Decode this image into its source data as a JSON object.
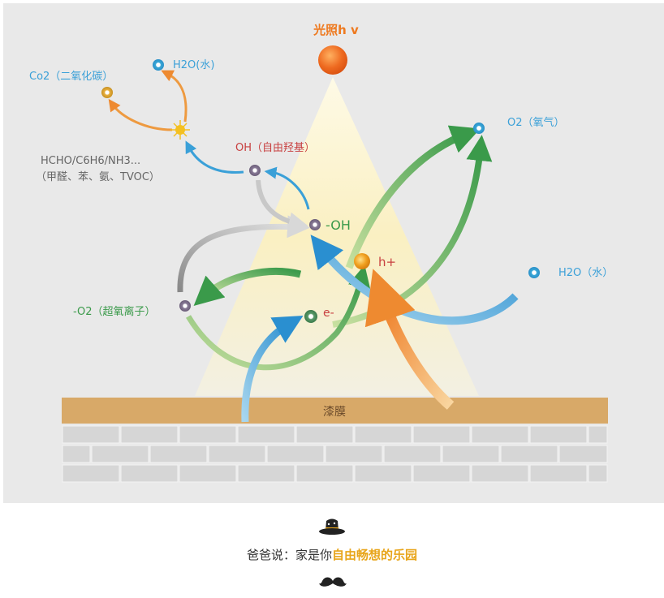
{
  "diagram": {
    "light_label": "光照h v",
    "film_label": "漆膜",
    "nodes": {
      "co2": "Co2（二氧化碳）",
      "h2o_top": "H2O(水)",
      "pollutants_line1": "HCHO/C6H6/NH3...",
      "pollutants_line2": "（甲醛、苯、氨、TVOC）",
      "oh_radical": "OH（自由羟基）",
      "oh_minus": "-OH",
      "o2": "O2（氧气）",
      "h_plus": "h+",
      "h2o_right": "H2O（水）",
      "superoxide": "-O2（超氧离子）",
      "electron": "e-"
    },
    "colors": {
      "blue_dot": "#3aa8d8",
      "purple_dot": "#8a7c98",
      "orange_dot": "#f0a020",
      "green_dot": "#5a9a6a",
      "light_cone": "#fbf2c8",
      "sun": "#ee6a20",
      "film": "#d8a968",
      "brick": "#d6d6d6"
    }
  },
  "caption": {
    "prefix": "爸爸说：家是你",
    "highlight": "自由畅想的乐园"
  }
}
